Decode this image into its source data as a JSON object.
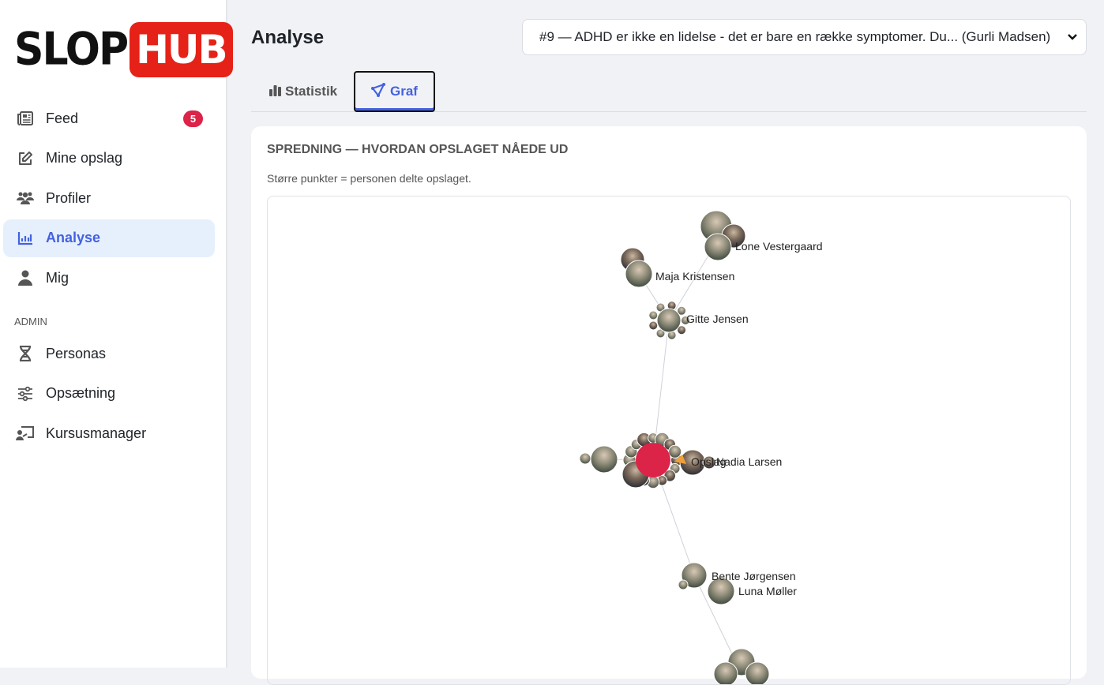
{
  "brand": {
    "logo_text_left": "SLOP",
    "logo_text_right": "HUB"
  },
  "sidebar": {
    "items": [
      {
        "label": "Feed",
        "icon": "newspaper-icon",
        "badge": "5"
      },
      {
        "label": "Mine opslag",
        "icon": "edit-icon"
      },
      {
        "label": "Profiler",
        "icon": "users-icon"
      },
      {
        "label": "Analyse",
        "icon": "chart-icon",
        "active": true
      },
      {
        "label": "Mig",
        "icon": "user-icon"
      }
    ],
    "admin_label": "ADMIN",
    "admin_items": [
      {
        "label": "Personas",
        "icon": "dna-icon"
      },
      {
        "label": "Opsætning",
        "icon": "sliders-icon"
      },
      {
        "label": "Kursusmanager",
        "icon": "presentation-icon"
      }
    ]
  },
  "header": {
    "title": "Analyse",
    "post_select": "#9 — ADHD er ikke en lidelse - det er bare en række symptomer. Du... (Gurli Madsen)"
  },
  "tabs": [
    {
      "label": "Statistik",
      "icon": "bar-chart-icon"
    },
    {
      "label": "Graf",
      "icon": "graph-icon",
      "active": true
    }
  ],
  "card": {
    "title": "SPREDNING — HVORDAN OPSLAGET NÅEDE UD",
    "subtitle": "Større punkter = personen delte opslaget."
  },
  "graph": {
    "root_label": "Opslag",
    "root_color": "#dc2348",
    "accent": "#4461e0",
    "labels": [
      "Lone Vestergaard",
      "Maja Kristensen",
      "Gitte Jensen",
      "Nadia Larsen",
      "Bente Jørgensen",
      "Luna Møller"
    ]
  }
}
